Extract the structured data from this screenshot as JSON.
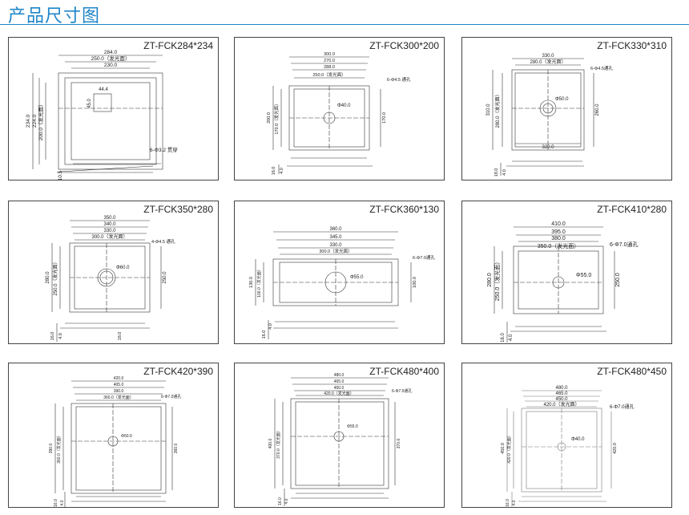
{
  "page": {
    "title": "产品尺寸图",
    "accent_color": "#1f86c8"
  },
  "panels": [
    {
      "model": "ZT-FCK284*234",
      "outer_w": "284.0",
      "w2": "250.0（发光面）",
      "w3": "230.0",
      "h1": "234.0",
      "h2": "224.0",
      "h3": "200.0（发光面）",
      "square_w": "44.4",
      "square_h": "45.0",
      "hole_label": "6-Φ3.2 贯穿",
      "thickness": "10.5"
    },
    {
      "model": "ZT-FCK300*200",
      "outer_w": "300.0",
      "w2": "270.0",
      "w3": "288.0",
      "w4": "250.0（发光面）",
      "h1": "200.0",
      "h2": "170.0（发光面）",
      "h3": "170.0",
      "circle": "Φ40.0",
      "hole_label": "6-Φ4.5 通孔",
      "t1": "16.0",
      "t2": "4.0"
    },
    {
      "model": "ZT-FCK330*310",
      "outer_w": "330.0",
      "w2": "280.0（发光面）",
      "w3": "320.0",
      "h1": "310.0",
      "h2": "280.0（发光面）",
      "h3": "260.0",
      "circle": "Φ50.0",
      "hole_label": "6-Φ4.5通孔",
      "t1": "18.0",
      "t2": "4.0"
    },
    {
      "model": "ZT-FCK350*280",
      "outer_w": "350.0",
      "w2": "340.0",
      "w3": "330.0",
      "w4": "300.0（发光面）",
      "h1": "280.0",
      "h2": "250.0（发光面）",
      "h3": "250.0",
      "circle": "Φ60.0",
      "hole_label": "4-Φ4.5 通孔",
      "t1": "16.0",
      "t2": "4.0",
      "t3": "18.0"
    },
    {
      "model": "ZT-FCK360*130",
      "outer_w": "360.0",
      "w2": "345.0",
      "w3": "330.0",
      "w4": "300.0（发光面）",
      "h1": "130.0",
      "h2": "100.0（发光面）",
      "h3": "100.0",
      "circle": "Φ55.0",
      "hole_label": "6-Φ7.0通孔",
      "t1": "16.0",
      "t2": "4.0"
    },
    {
      "model": "ZT-FCK410*280",
      "outer_w": "410.0",
      "w2": "395.0",
      "w3": "380.0",
      "w4": "350.0（发光面）",
      "h1": "280.0",
      "h2": "250.0（发光面）",
      "h3": "250.0",
      "circle": "Φ55.0",
      "hole_label": "6-Φ7.0通孔",
      "t1": "16.0",
      "t2": "4.0"
    },
    {
      "model": "ZT-FCK420*390",
      "outer_w": "420.0",
      "w2": "405.0",
      "w3": "390.0",
      "w4": "360.0（发光面）",
      "h1": "390.0",
      "h2": "360.0（发光面）",
      "h3": "360.0",
      "circle": "Φ50.0",
      "hole_label": "6-Φ7.0通孔",
      "t1": "16.0",
      "t2": "4.0"
    },
    {
      "model": "ZT-FCK480*400",
      "outer_w": "480.0",
      "w2": "465.0",
      "w3": "450.0",
      "w4": "420.0（发光面）",
      "h1": "400.0",
      "h2": "370.0（发光面）",
      "h3": "370.0",
      "circle": "Φ55.0",
      "hole_label": "6-Φ7.0通孔",
      "t1": "16.0",
      "t2": "4.0"
    },
    {
      "model": "ZT-FCK480*450",
      "outer_w": "480.0",
      "w2": "465.0",
      "w3": "450.0",
      "w4": "420.0（发光面）",
      "h1": "450.0",
      "h2": "420.0（发光面）",
      "h3": "420.0",
      "circle": "Φ40.0",
      "hole_label": "6-Φ7.0通孔",
      "t1": "16.0",
      "t2": "4.0"
    }
  ]
}
